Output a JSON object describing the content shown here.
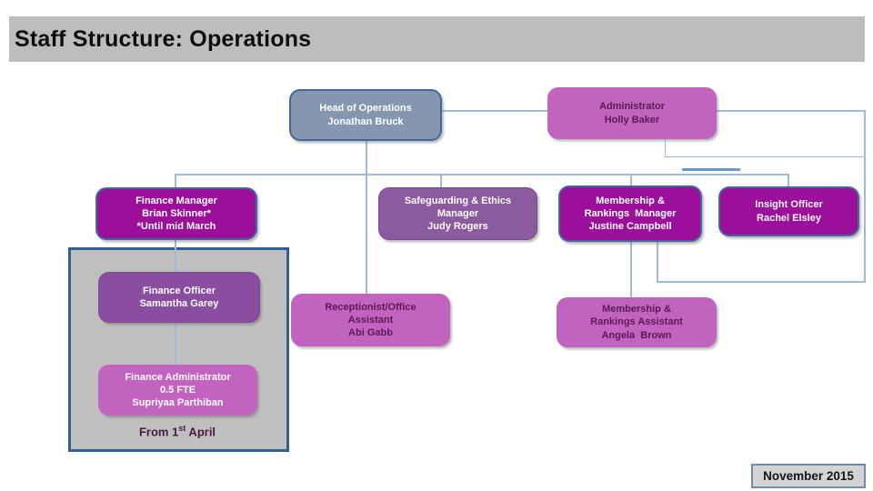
{
  "slide": {
    "title": "Staff Structure: Operations",
    "date_badge": "November 2015"
  },
  "boxes": {
    "head": {
      "lines": [
        "Head of Operations",
        "Jonathan Bruck"
      ]
    },
    "administrator": {
      "lines": [
        "Administrator",
        "Holly Baker"
      ]
    },
    "finance_manager": {
      "lines": [
        "Finance Manager",
        "Brian Skinner*",
        "*Until mid March"
      ]
    },
    "safeguarding_manager": {
      "lines": [
        "Safeguarding & Ethics",
        "Manager",
        "Judy Rogers"
      ]
    },
    "membership_manager": {
      "lines": [
        "Membership &",
        "Rankings  Manager",
        "Justine Campbell"
      ]
    },
    "insight_officer": {
      "lines": [
        "Insight Officer",
        "Rachel Elsley"
      ]
    },
    "finance_officer": {
      "lines": [
        "Finance Officer",
        "Samantha Garey"
      ]
    },
    "receptionist": {
      "lines": [
        "Receptionist/Office",
        "Assistant",
        "Abi Gabb"
      ]
    },
    "membership_assistant": {
      "lines": [
        "Membership &",
        "Rankings Assistant",
        "Angela  Brown"
      ]
    },
    "finance_administrator": {
      "lines": [
        "Finance Administrator",
        "0.5 FTE",
        "Supriyaa Parthiban"
      ]
    }
  },
  "note": {
    "prefix": "From 1",
    "sup": "st",
    "suffix": " April"
  },
  "colors": {
    "header_gray": "#bdbdbd",
    "head_blue_gray": "#8496b0",
    "bright_purple": "#9b0f9b",
    "muted_purple": "#8c5a9f",
    "pink_magenta": "#c263c0",
    "dark_text_on_pink": "#5b1a54",
    "connector_blue": "#9fb9d9",
    "group_border_blue": "#2e6191"
  }
}
